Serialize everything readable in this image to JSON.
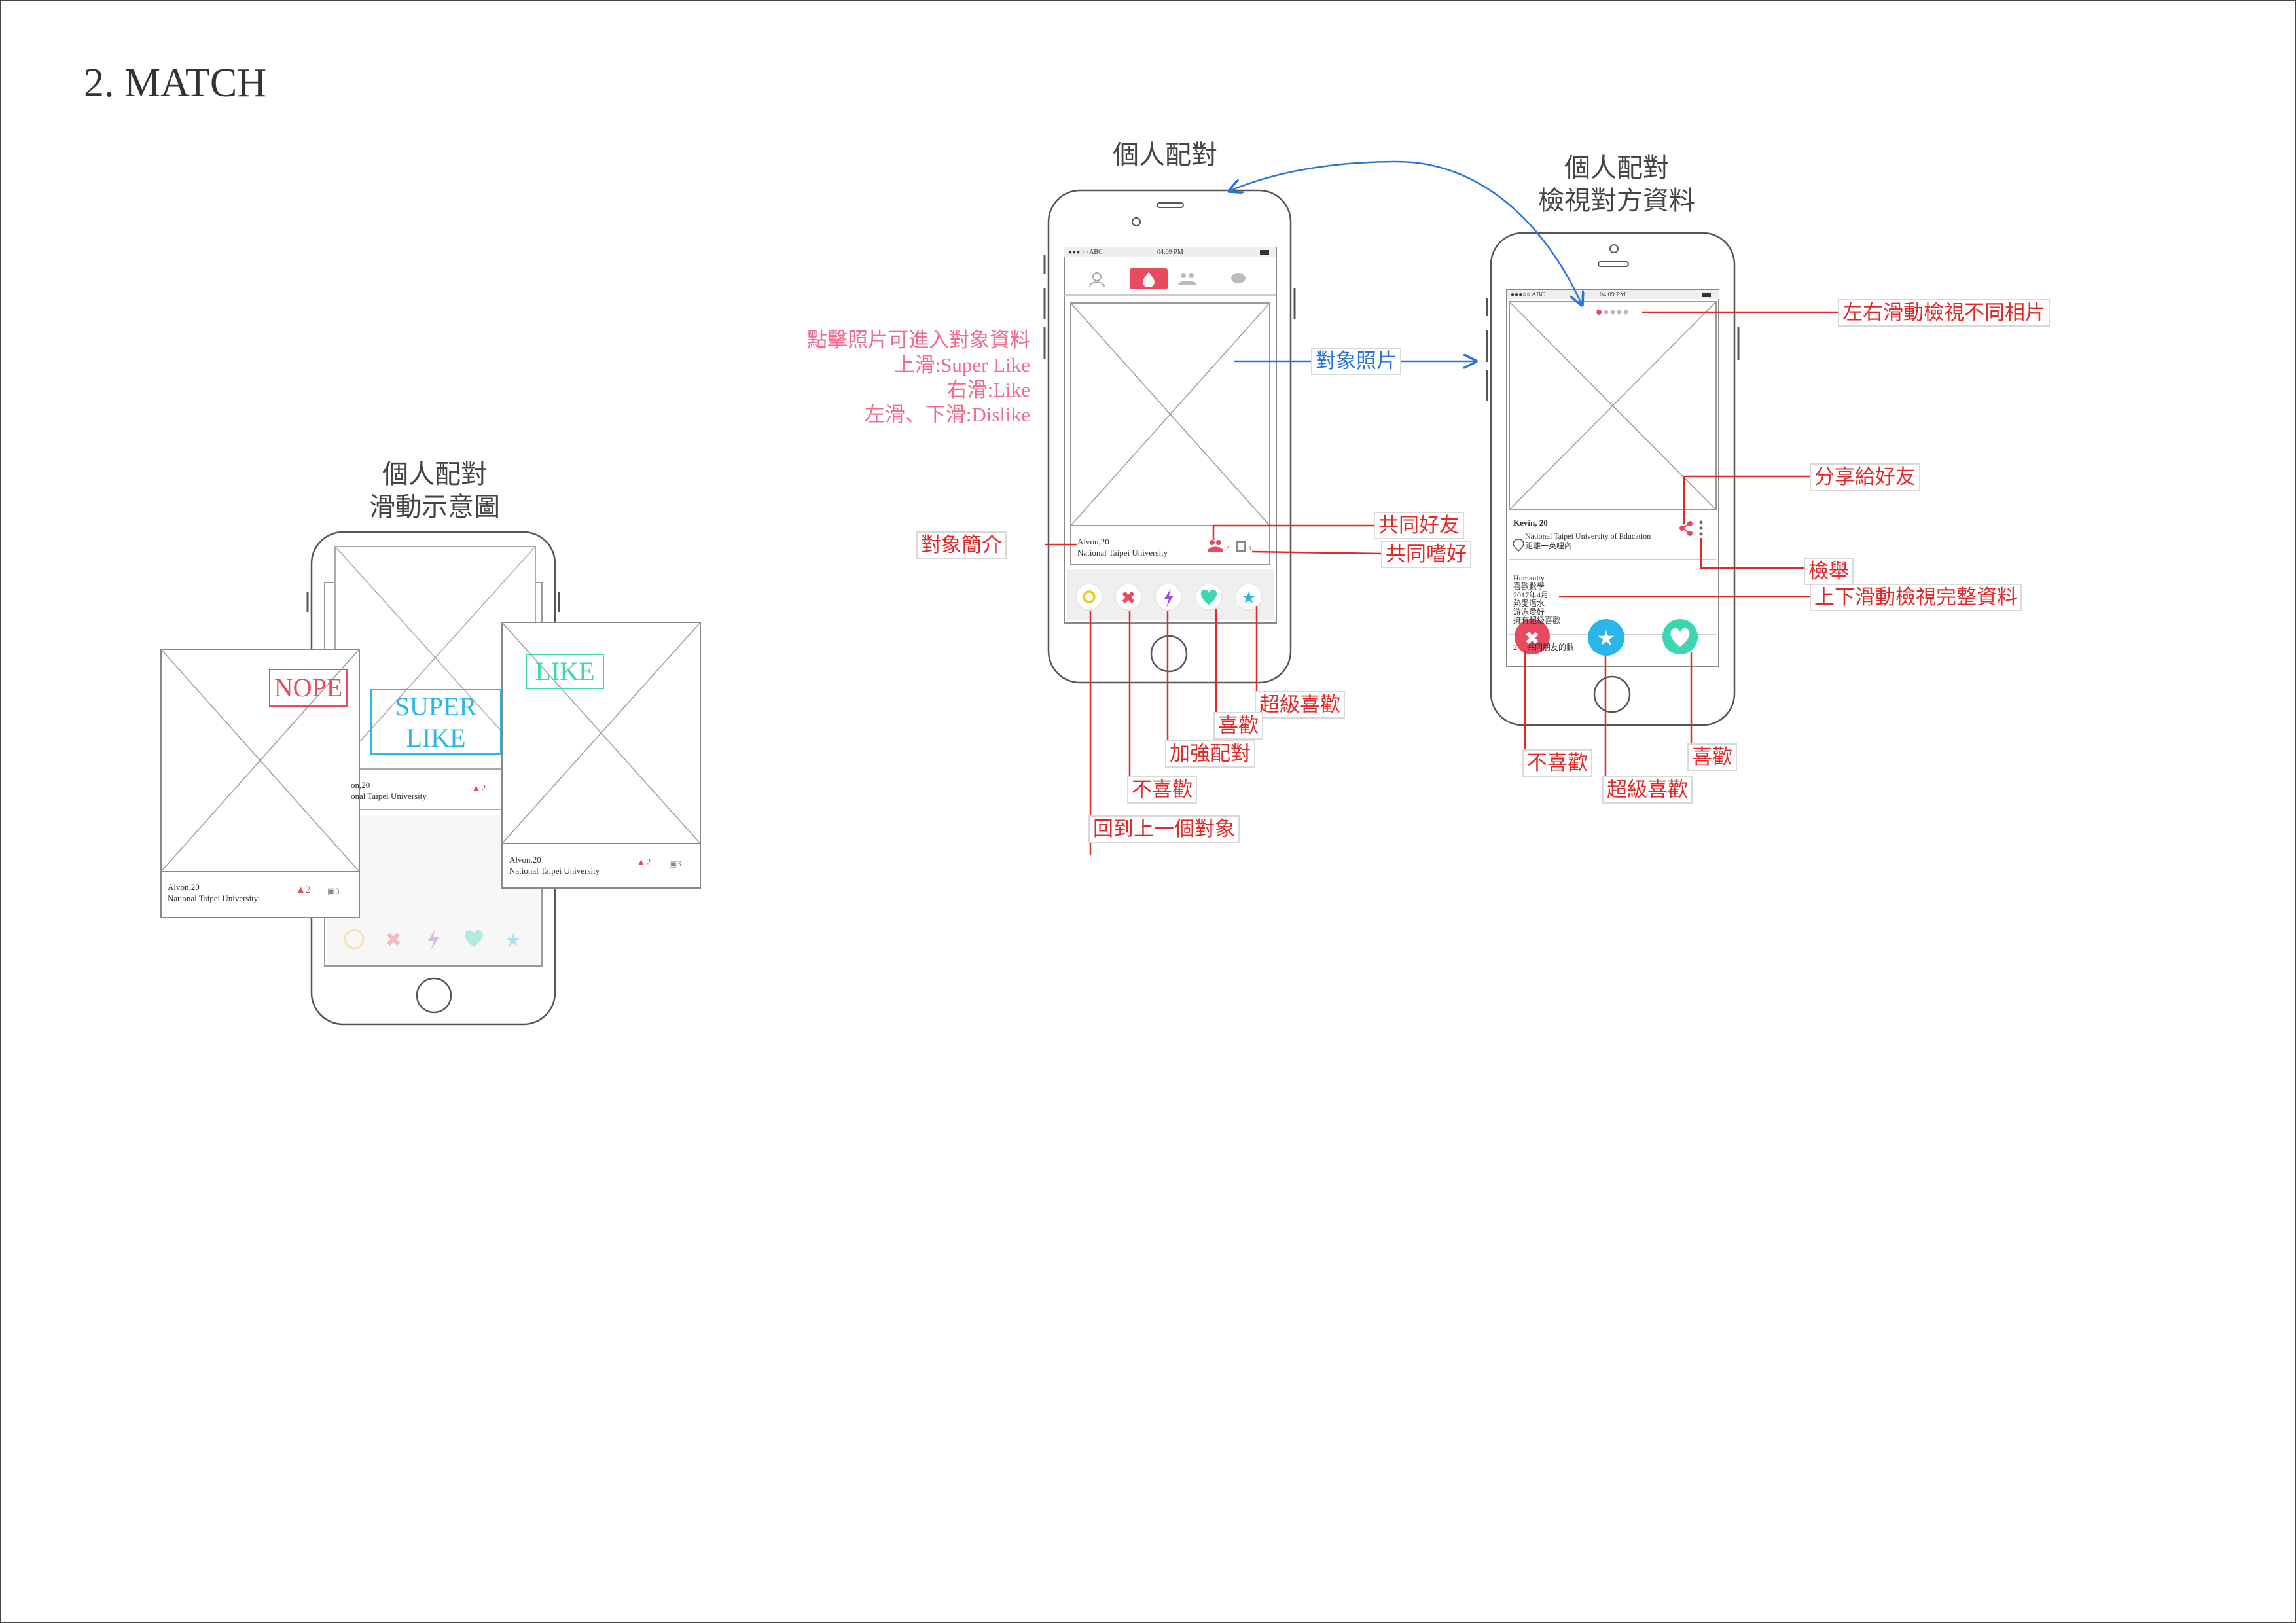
{
  "page_title": "2. MATCH",
  "colors": {
    "accent_red": "#e84a5f",
    "annotation_red": "#e02a2a",
    "note_pink": "#f06c8c",
    "arrow_blue": "#2a74d8",
    "like_teal": "#3ed6b0",
    "superlike_blue": "#29b6e8",
    "boost_purple": "#9b4de0",
    "rewind_yellow": "#f5c518",
    "wireframe_gray": "#888888"
  },
  "sections": {
    "swipe_demo": {
      "title_line1": "個人配對",
      "title_line2": "滑動示意圖"
    },
    "matching": {
      "title": "個人配對"
    },
    "profile_view": {
      "title_line1": "個人配對",
      "title_line2": "檢視對方資料"
    }
  },
  "swipe_demo": {
    "stamp_nope": "NOPE",
    "stamp_superlike_line1": "SUPER",
    "stamp_superlike_line2": "LIKE",
    "stamp_like": "LIKE",
    "card_name": "Alvon,20",
    "card_school": "National Taipei University",
    "back_card_name": "on,20",
    "back_card_school": "onal Taipei University",
    "friends_count": "2",
    "interests_count": "3"
  },
  "phone_match": {
    "status_carrier": "●●●○○ ABC",
    "status_time": "04:09 PM",
    "profile_name": "Alvon,20",
    "profile_school": "National Taipei University",
    "friends_count": "2",
    "interests_count": "3",
    "icons": [
      "profile-icon",
      "flame-icon",
      "friends-icon",
      "chat-icon",
      "rewind-icon",
      "dislike-icon",
      "boost-icon",
      "like-icon",
      "superlike-icon"
    ]
  },
  "phone_profile": {
    "status_carrier": "●●●○○ ABC",
    "status_time": "04:09 PM",
    "name": "Kevin, 20",
    "school": "National Taipei University of Education",
    "location": "距離一英哩內",
    "about_lines": [
      "Humanity",
      "喜歡數學",
      "2017年4月",
      "熱愛潛水",
      "游泳愛好",
      "擁有超級喜歡"
    ],
    "friends_line": "2 ... 共同朋友的數"
  },
  "notes": {
    "line1": "點擊照片可進入對象資料",
    "line2": "上滑:Super Like",
    "line3": "右滑:Like",
    "line4": "左滑、下滑:Dislike"
  },
  "annotations_match": {
    "photo": "對象照片",
    "intro": "對象簡介",
    "mutual_friends": "共同好友",
    "mutual_interests": "共同嗜好",
    "super_like": "超級喜歡",
    "like": "喜歡",
    "boost": "加強配對",
    "dislike": "不喜歡",
    "rewind": "回到上一個對象"
  },
  "annotations_profile": {
    "swipe_photos": "左右滑動檢視不同相片",
    "share": "分享給好友",
    "report": "檢舉",
    "scroll_full": "上下滑動檢視完整資料",
    "dislike": "不喜歡",
    "super_like": "超級喜歡",
    "like": "喜歡"
  }
}
